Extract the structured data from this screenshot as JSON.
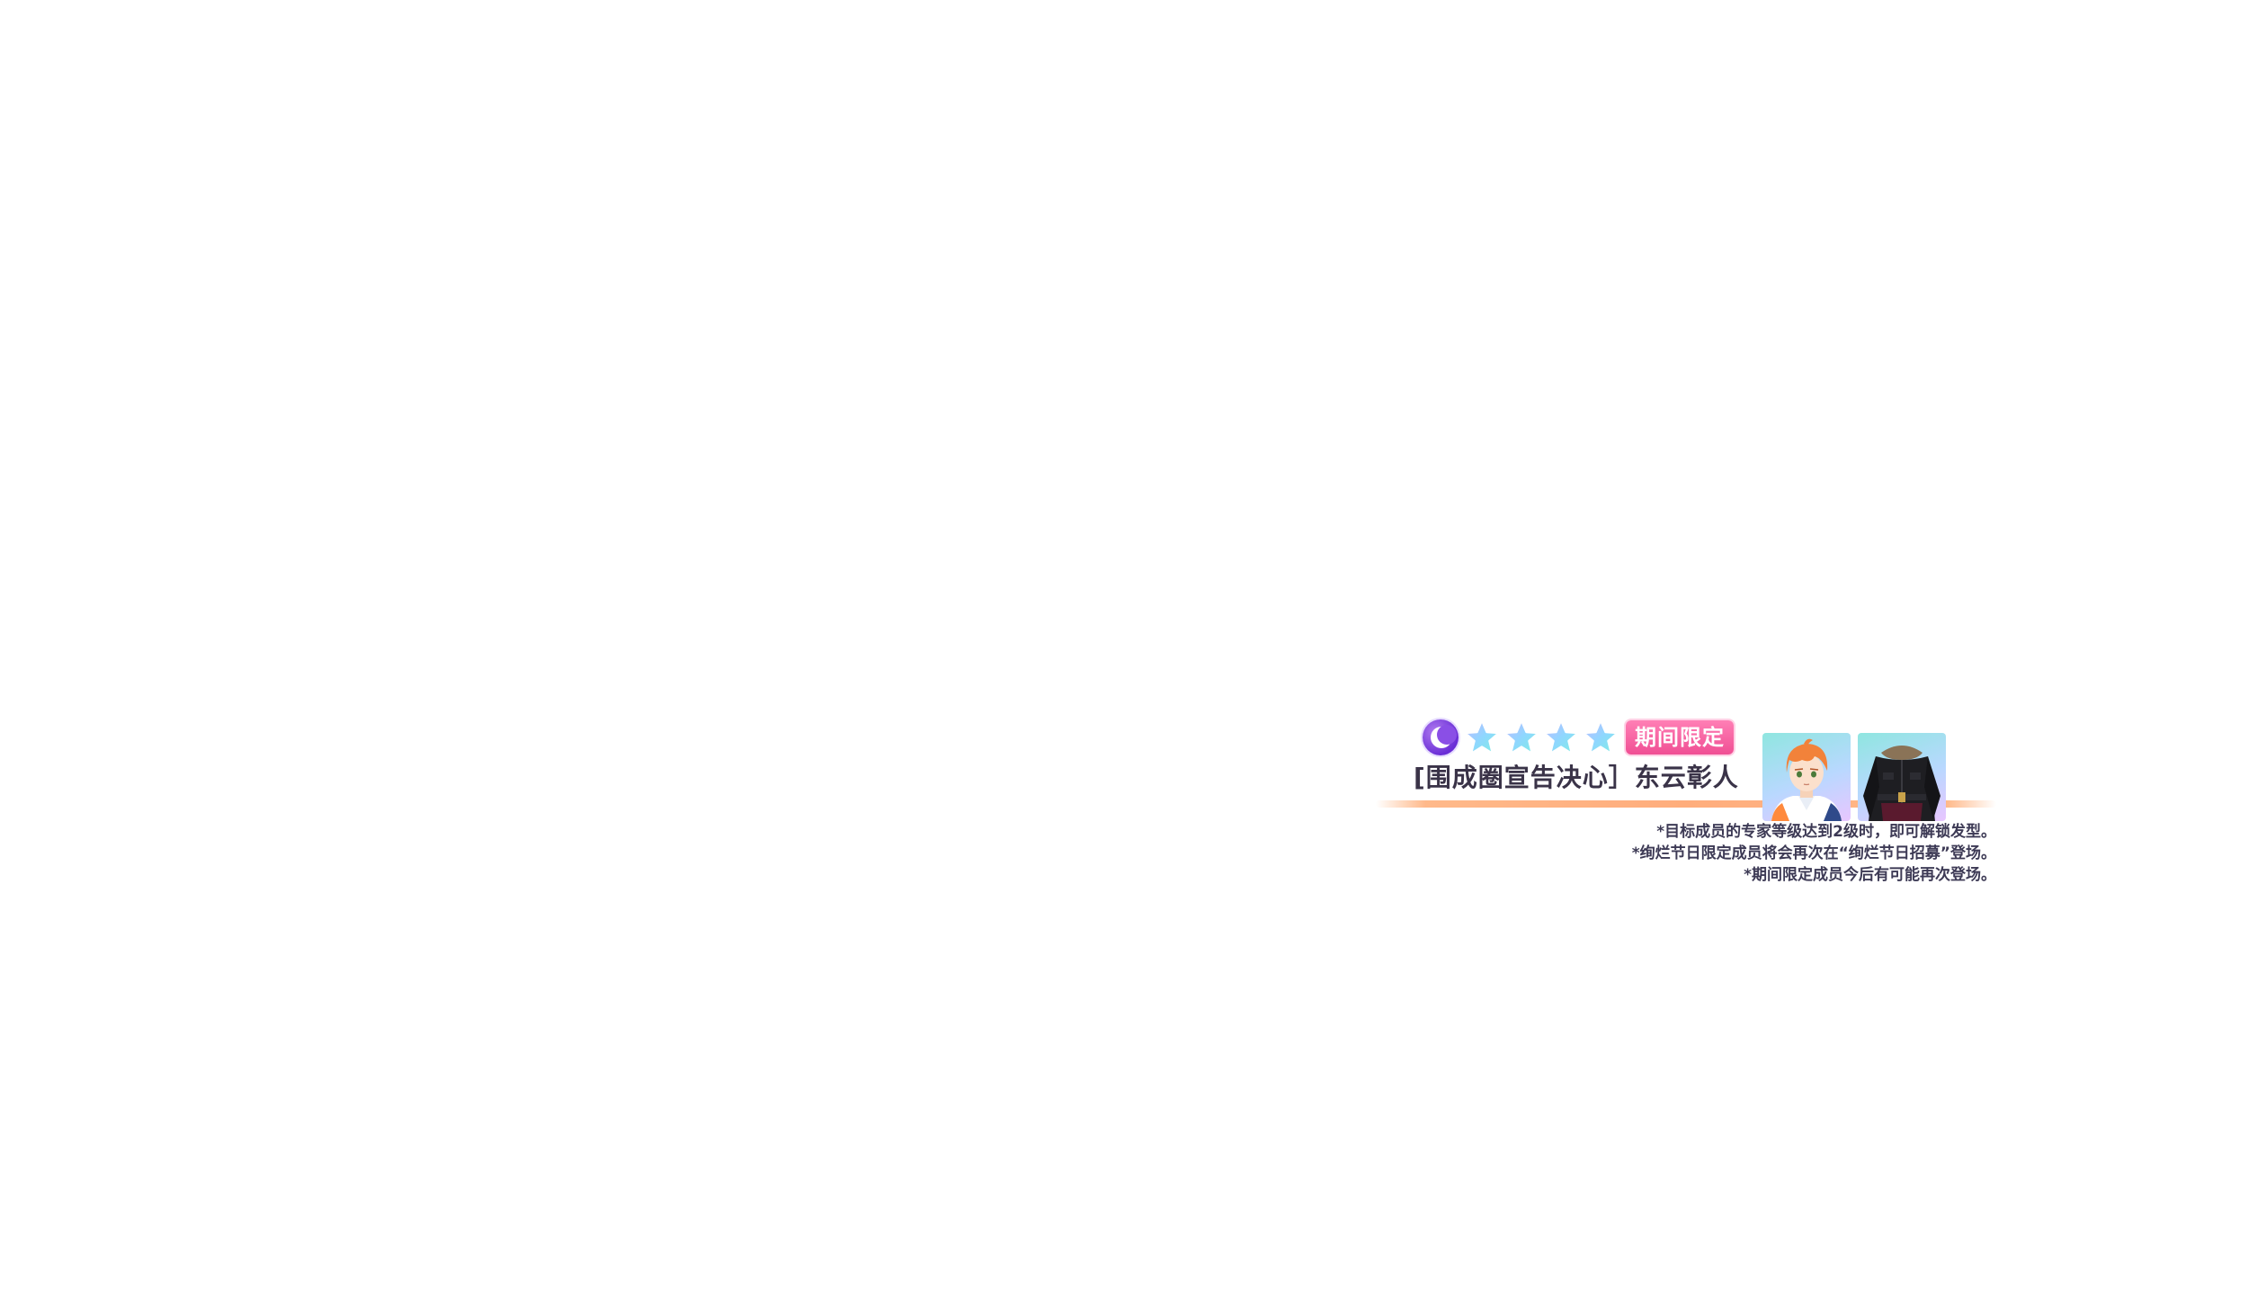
{
  "card": {
    "rarity_stars": 4,
    "attribute_icon": "moon-icon",
    "limited_badge": "期间限定",
    "name": "[围成圈宣告决心］东云彰人",
    "colors": {
      "badge": "#f04f94",
      "attribute": "#6a2ed6",
      "underline": "#ffad7c",
      "text": "#3a3348"
    }
  },
  "thumbnails": [
    {
      "name": "character-portrait",
      "icon": "orange-haired-boy-portrait"
    },
    {
      "name": "outfit-preview",
      "icon": "black-jacket-outfit"
    }
  ],
  "notes": [
    "*目标成员的专家等级达到2级时，即可解锁发型。",
    "*绚烂节日限定成员将会再次在“绚烂节日招募”登场。",
    "*期间限定成员今后有可能再次登场。"
  ]
}
